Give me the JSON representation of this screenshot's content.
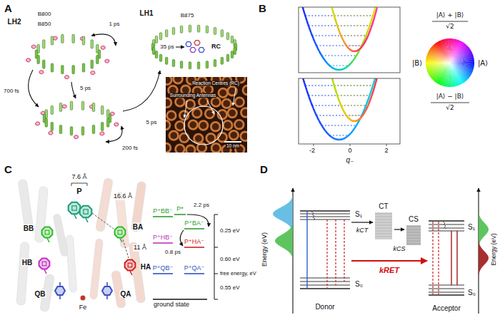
{
  "diagram": {
    "nodes": [
      {
        "text": [
          "Donor"
        ]
      },
      {
        "text": [
          "CT"
        ]
      },
      {
        "text": [
          "CS"
        ]
      },
      {
        "text": [
          "Acceptor"
        ]
      }
    ],
    "edges": [
      {
        "from": 0,
        "to": 1,
        "arrow": "to",
        "label": "kCT"
      },
      {
        "from": 1,
        "to": 2,
        "arrow": "to",
        "label": "kCS"
      },
      {
        "from": 0,
        "to": 3,
        "arrow": "to",
        "label": "kRET"
      }
    ],
    "labels": [
      "A",
      "LH2",
      "B800",
      "B850",
      "1 ps",
      "700 fs",
      "5 ps",
      "200 fs",
      "5 ps",
      "LH1",
      "B875",
      "35 ps",
      "RC",
      "Reaction Centres (RC)",
      "Surrounding Antennas",
      "10 nm",
      "B",
      "-2",
      "0",
      "2",
      "q₋",
      "|A⟩ + |B⟩",
      "√2",
      "|B⟩",
      "|A⟩",
      "|A⟩ − |B⟩",
      "√2",
      "C",
      "7.6 Å",
      "P",
      "16.6 Å",
      "BB",
      "BA",
      "11 Å",
      "HB",
      "HA",
      "QB",
      "QA",
      "Fe",
      "P⁺BB⁻",
      "P*",
      "2.2 ps",
      "P⁺BA⁻",
      "P⁺HB⁻",
      "P⁺HA⁻",
      "0.8 ps",
      "0.25 eV",
      "0.60 eV",
      "free energy, eV",
      "P⁺QB⁻",
      "P⁺QA⁻",
      "0.55 eV",
      "ground state",
      "D",
      "Energy (eV)",
      "S₁",
      "S₀",
      "S₁",
      "S₀",
      "Energy (eV)"
    ]
  }
}
